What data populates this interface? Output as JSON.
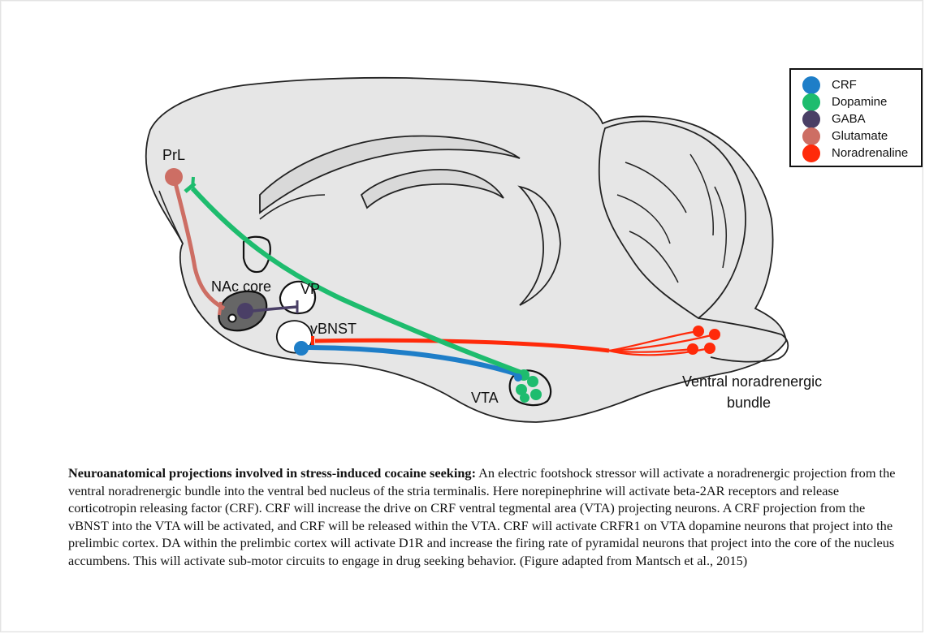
{
  "diagram": {
    "labels": {
      "prl": "PrL",
      "nac_core": "NAc core",
      "vp": "VP",
      "vbnst": "vBNST",
      "vta": "VTA",
      "vnab_line1": "Ventral noradrenergic",
      "vnab_line2": "bundle"
    }
  },
  "legend": {
    "items": [
      {
        "label": "CRF",
        "color": "#1e7ec8"
      },
      {
        "label": "Dopamine",
        "color": "#1ebc6e"
      },
      {
        "label": "GABA",
        "color": "#4a3f66"
      },
      {
        "label": "Glutamate",
        "color": "#cd6e64"
      },
      {
        "label": "Noradrenaline",
        "color": "#ff2a0a"
      }
    ]
  },
  "caption": {
    "title": "Neuroanatomical projections involved in stress-induced cocaine seeking:",
    "body": " An electric footshock stressor will activate a noradrenergic projection from the ventral noradrenergic bundle into the ventral bed nucleus of the stria terminalis. Here norepinephrine will activate beta-2AR receptors and release corticotropin releasing factor (CRF). CRF will increase the drive on CRF ventral tegmental area (VTA) projecting neurons. A CRF projection from the vBNST into the VTA will be activated, and CRF will be released within the VTA. CRF will activate CRFR1 on VTA dopamine neurons that project into the prelimbic cortex. DA within the prelimbic cortex will activate D1R and increase the firing rate of pyramidal neurons that project into the core of the nucleus accumbens. This will activate sub-motor circuits to engage in drug seeking behavior. (Figure adapted from Mantsch et al., 2015)"
  }
}
